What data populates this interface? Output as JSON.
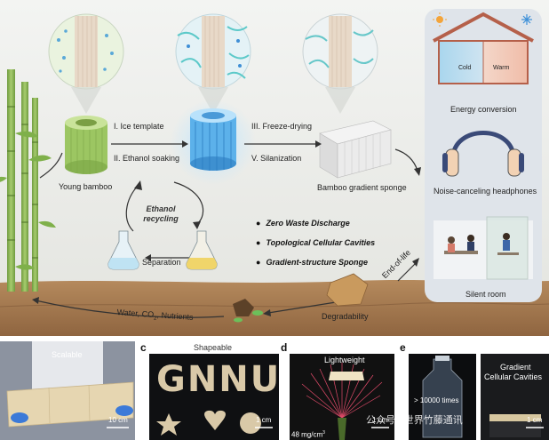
{
  "top": {
    "process": {
      "young_bamboo": "Young bamboo",
      "ice_template": "I. Ice template",
      "ethanol_soaking": "II. Ethanol soaking",
      "freeze_drying": "III. Freeze-drying",
      "silanization": "V. Silanization",
      "gradient_sponge": "Bamboo gradient sponge",
      "ethanol_recycling": "Ethanol recycling",
      "separation": "Separation",
      "end_of_life": "End-of-life",
      "degradability": "Degradability",
      "water_co2_prefix": "Water, CO",
      "water_co2_sub": "2",
      "water_co2_suffix": ", Nutrients"
    },
    "highlights": [
      "Zero Waste Discharge",
      "Topological Cellular Cavities",
      "Gradient-structure Sponge"
    ],
    "applications": {
      "cold": "Cold",
      "warm": "Warm",
      "energy": "Energy conversion",
      "headphones": "Noise-canceling headphones",
      "silent_room": "Silent room"
    }
  },
  "bottom": {
    "panel_c": "c",
    "panel_d": "d",
    "panel_e": "e",
    "scalable": "Scalable",
    "shapeable": "Shapeable",
    "lightweight": "Lightweight",
    "gnnu": "GNNU",
    "density": "48 mg/cm",
    "density_sup": "3",
    "times": "> 10000 times",
    "gradient_cavities_line1": "Gradient",
    "gradient_cavities_line2": "Cellular Cavities",
    "scale_10cm": "10 cm",
    "scale_1cm_c": "1 cm",
    "scale_1cm_d": "1 cm",
    "scale_1cm_e": "1 cm",
    "watermark": "公众号 · 世界竹藤通讯"
  },
  "colors": {
    "sky": "#e9ebe8",
    "soil": "#a77a4e",
    "bamboo": "#8cb85a",
    "ice_blue": "#4fa9e6",
    "app_panel": "#dfe4ea"
  }
}
